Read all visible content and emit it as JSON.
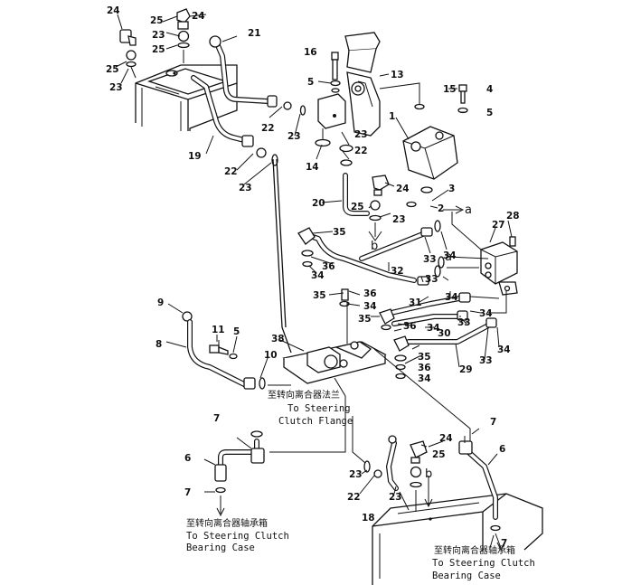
{
  "callouts": {
    "n24a": "24",
    "n25a": "25",
    "n24b": "24",
    "n23a": "23",
    "n21": "21",
    "n25b": "25",
    "n23b": "23",
    "n16": "16",
    "n13": "13",
    "n5a": "5",
    "n15": "15",
    "n4": "4",
    "n5b": "5",
    "n1": "1",
    "n22a": "22",
    "n23c": "23",
    "n23d": "23",
    "n22b": "22",
    "n14": "14",
    "n19": "19",
    "n22c": "22",
    "n23e": "23",
    "n24c": "24",
    "n20": "20",
    "n2": "2",
    "n3": "3",
    "n25c": "25",
    "n23f": "23",
    "n35a": "35",
    "n33a": "33",
    "n34a": "34",
    "n27": "27",
    "n28": "28",
    "n36a": "36",
    "n32": "32",
    "n34b": "34",
    "n33b": "33",
    "n35b": "35",
    "n36b": "36",
    "n34c": "34",
    "n31": "31",
    "n34d": "34",
    "n9": "9",
    "n11": "11",
    "n5c": "5",
    "n35c": "35",
    "n36c": "36",
    "n34e": "34",
    "n30": "30",
    "n33c": "33",
    "n34f": "34",
    "n8": "8",
    "n38": "38",
    "n10": "10",
    "n35d": "35",
    "n36d": "36",
    "n34g": "34",
    "n29": "29",
    "n33d": "33",
    "n34h": "34",
    "n7a": "7",
    "n6a": "6",
    "n7b": "7",
    "n24d": "24",
    "n7c": "7",
    "n25d": "25",
    "n6b": "6",
    "n23g": "23",
    "n22d": "22",
    "n23h": "23",
    "n18": "18",
    "n7d": "7"
  },
  "markers": {
    "a1": "a",
    "a2": "a",
    "b1": "b",
    "b2": "b"
  },
  "captions": {
    "flange_cn": "至转向离合器法兰",
    "flange_en1": "To Steering",
    "flange_en2": "Clutch Flange",
    "case_left_cn": "至转向离合器轴承箱",
    "case_left_en1": "To Steering Clutch",
    "case_left_en2": "Bearing Case",
    "case_right_cn": "至转向离合器轴承箱",
    "case_right_en1": "To Steering Clutch",
    "case_right_en2": "Bearing Case"
  }
}
